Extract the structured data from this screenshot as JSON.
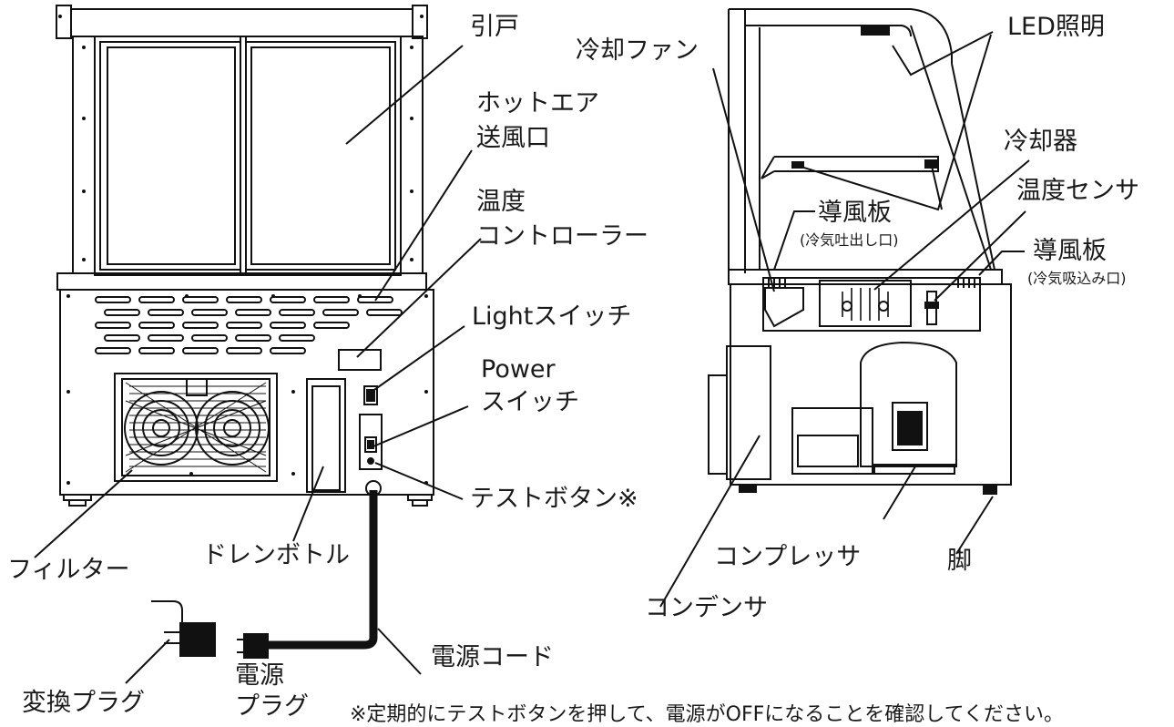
{
  "labels": {
    "sliding_door": "引戸",
    "hot_air_outlet_1": "ホットエア",
    "hot_air_outlet_2": "送風口",
    "temp_controller_1": "温度",
    "temp_controller_2": "コントローラー",
    "light_switch": "Lightスイッチ",
    "power_switch_1": "Power",
    "power_switch_2": "スイッチ",
    "test_button": "テストボタン※",
    "filter": "フィルター",
    "drain_bottle": "ドレンボトル",
    "power_cord": "電源コード",
    "adapter_plug": "変換プラグ",
    "power_plug_1": "電源",
    "power_plug_2": "プラグ",
    "cooling_fan": "冷却ファン",
    "led_light": "LED照明",
    "cooler": "冷却器",
    "temp_sensor": "温度センサ",
    "baffle_left": "導風板",
    "baffle_left_sub": "(冷気吐出し口)",
    "baffle_right": "導風板",
    "baffle_right_sub": "(冷気吸込み口)",
    "compressor": "コンプレッサ",
    "condenser": "コンデンサ",
    "leg": "脚",
    "footnote": "※定期的にテストボタンを押して、電源がOFFになることを確認してください。"
  }
}
